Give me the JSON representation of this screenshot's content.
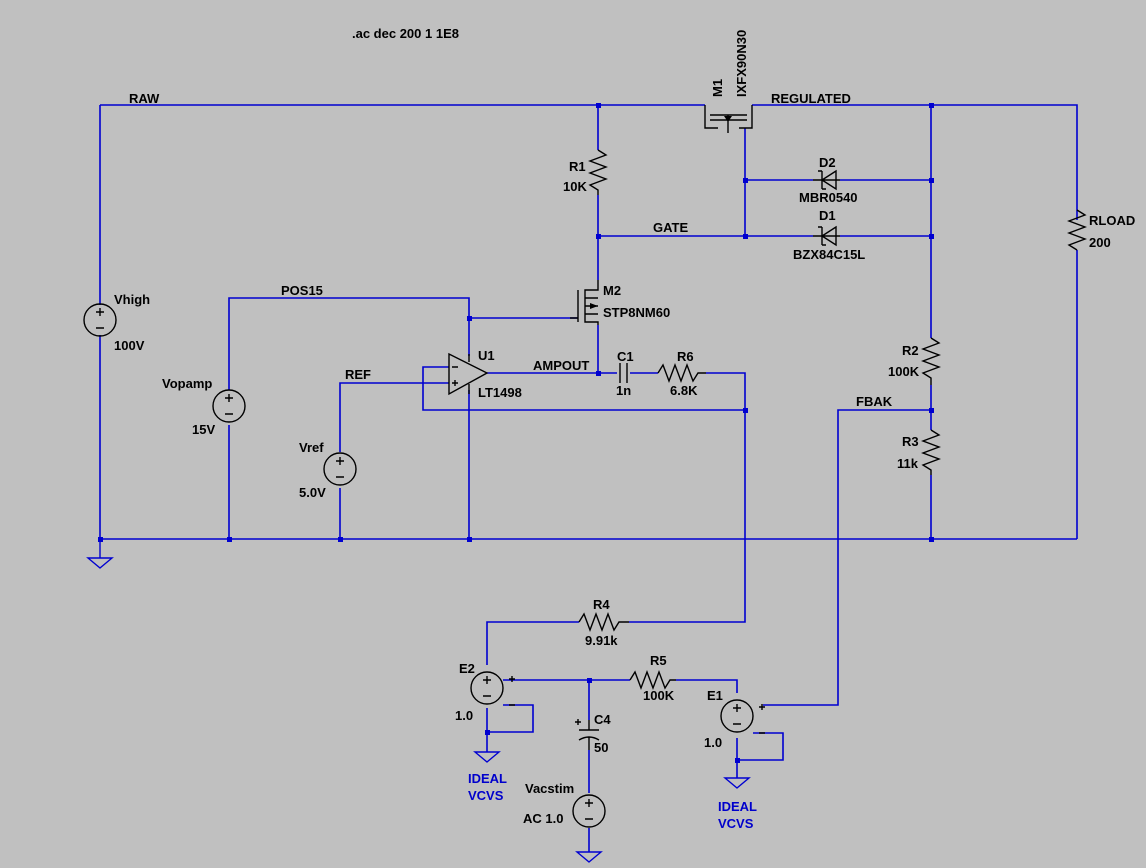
{
  "directive": ".ac dec 200 1 1E8",
  "nets": {
    "raw": "RAW",
    "regulated": "REGULATED",
    "gate": "GATE",
    "pos15": "POS15",
    "ref": "REF",
    "ampout": "AMPOUT",
    "fbak": "FBAK"
  },
  "components": {
    "m1": {
      "name": "M1",
      "value": "IXFX90N30"
    },
    "m2": {
      "name": "M2",
      "value": "STP8NM60"
    },
    "r1": {
      "name": "R1",
      "value": "10K"
    },
    "r2": {
      "name": "R2",
      "value": "100K"
    },
    "r3": {
      "name": "R3",
      "value": "11k"
    },
    "r4": {
      "name": "R4",
      "value": "9.91k"
    },
    "r5": {
      "name": "R5",
      "value": "100K"
    },
    "r6": {
      "name": "R6",
      "value": "6.8K"
    },
    "rload": {
      "name": "RLOAD",
      "value": "200"
    },
    "c1": {
      "name": "C1",
      "value": "1n"
    },
    "c4": {
      "name": "C4",
      "value": "50"
    },
    "d1": {
      "name": "D1",
      "value": "BZX84C15L"
    },
    "d2": {
      "name": "D2",
      "value": "MBR0540"
    },
    "u1": {
      "name": "U1",
      "value": "LT1498"
    },
    "vhigh": {
      "name": "Vhigh",
      "value": "100V"
    },
    "vopamp": {
      "name": "Vopamp",
      "value": "15V"
    },
    "vref": {
      "name": "Vref",
      "value": "5.0V"
    },
    "vacstim": {
      "name": "Vacstim",
      "value": "AC 1.0"
    },
    "e1": {
      "name": "E1",
      "value": "1.0",
      "note1": "IDEAL",
      "note2": "VCVS"
    },
    "e2": {
      "name": "E2",
      "value": "1.0",
      "note1": "IDEAL",
      "note2": "VCVS"
    }
  },
  "colors": {
    "background": "#c0c0c0",
    "wire": "#0000d0",
    "component": "#000000",
    "note": "#0000cc"
  }
}
